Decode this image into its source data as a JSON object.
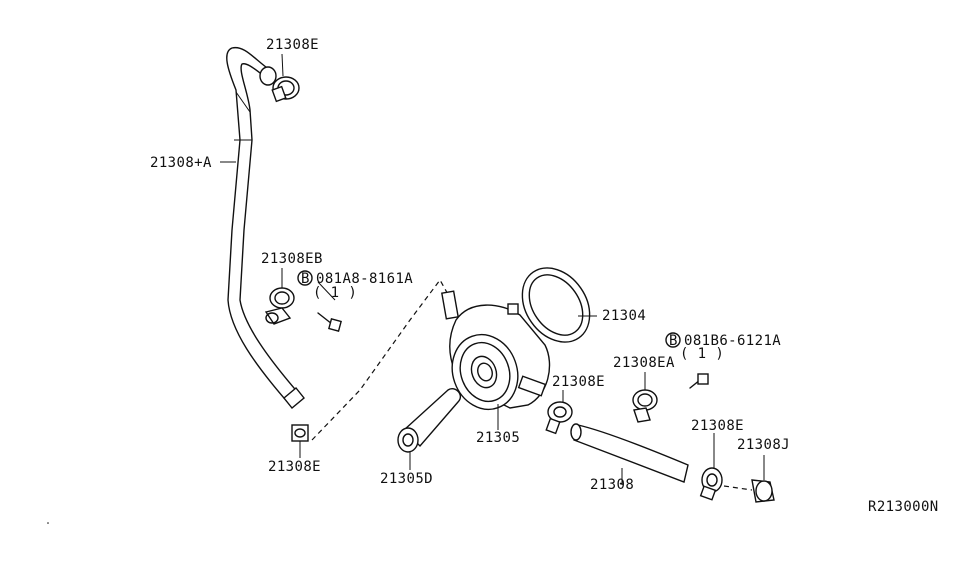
{
  "labels": {
    "hose_upper_clamp": "21308E",
    "hose_upper": "21308+A",
    "clamp_eb": "21308EB",
    "bolt_a_code": "081A8-8161A",
    "bolt_a_qty": "( 1 )",
    "bolt_a_prefix": "B",
    "clamp_lower_left": "21308E",
    "cooler_gasket": "21304",
    "bolt_b_prefix": "B",
    "bolt_b_code": "081B6-6121A",
    "bolt_b_qty": "( 1 )",
    "clamp_ea": "21308EA",
    "clamp_mid": "21308E",
    "oil_cooler": "21305",
    "connector": "21305D",
    "hose_lower": "21308",
    "clamp_right": "21308E",
    "connector_j": "21308J",
    "diagram_ref": "R213000N"
  }
}
